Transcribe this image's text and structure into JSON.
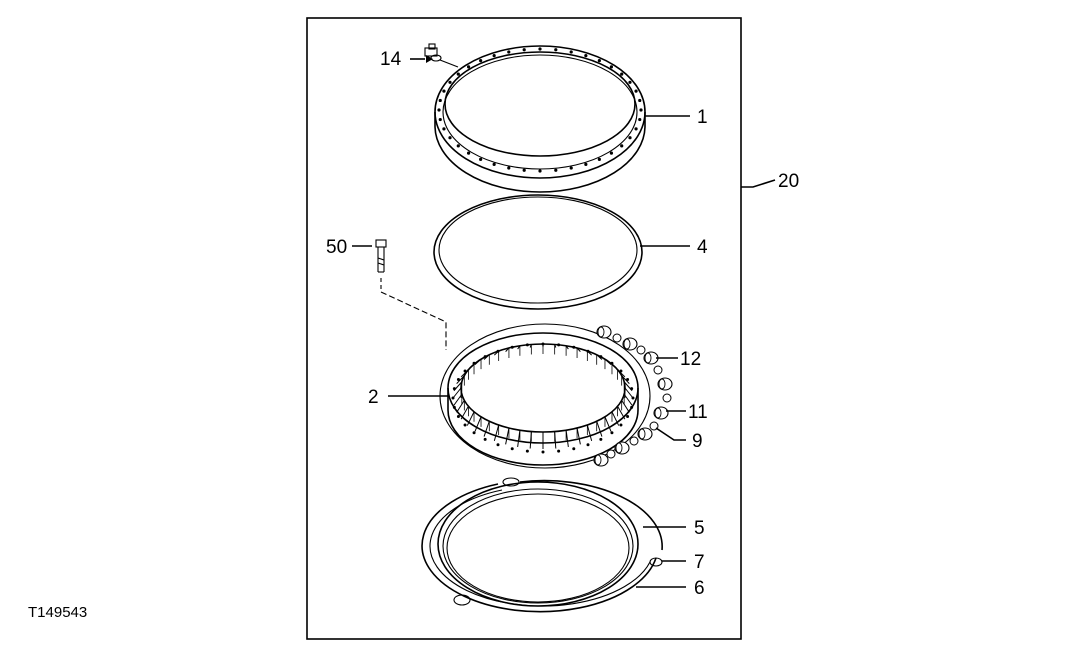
{
  "figure_id": "T149543",
  "callouts": {
    "c1": "1",
    "c2": "2",
    "c4": "4",
    "c5": "5",
    "c6": "6",
    "c7": "7",
    "c9": "9",
    "c11": "11",
    "c12": "12",
    "c14": "14",
    "c20": "20",
    "c50": "50"
  },
  "colors": {
    "line": "#000000",
    "background": "#ffffff"
  }
}
